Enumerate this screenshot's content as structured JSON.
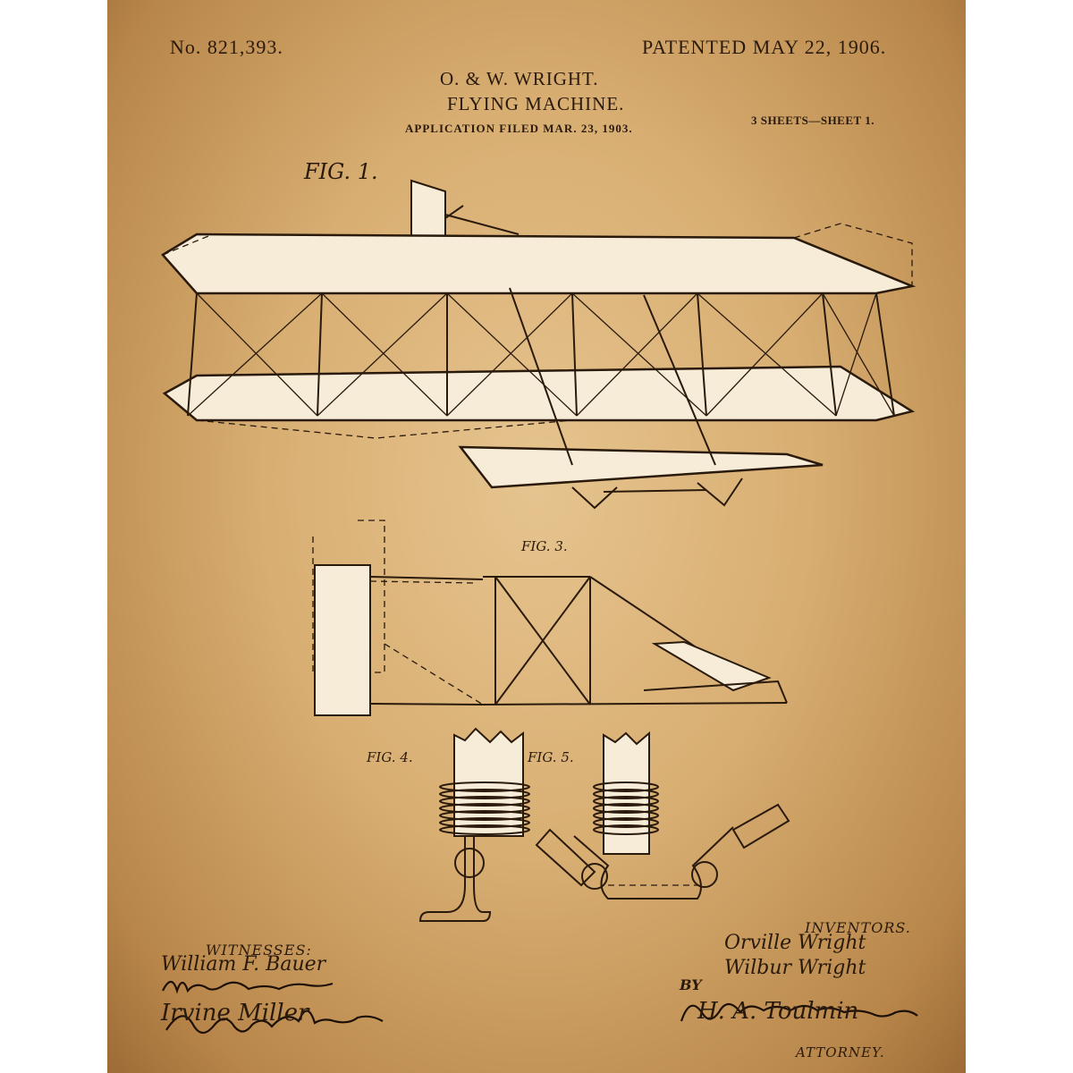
{
  "header": {
    "patent_no": "No. 821,393.",
    "patented": "PATENTED MAY 22, 1906.",
    "inventors_line": "O. & W. WRIGHT.",
    "title": "FLYING MACHINE.",
    "filed": "APPLICATION FILED MAR. 23, 1903.",
    "sheets": "3 SHEETS—SHEET 1."
  },
  "figures": {
    "fig1": "FIG. 1.",
    "fig3": "FIG. 3.",
    "fig4": "FIG. 4.",
    "fig5": "FIG. 5."
  },
  "footer": {
    "witnesses_label": "WITNESSES:",
    "witness_1": "William F. Bauer",
    "witness_2": "Irvine Miller",
    "inventors_label": "INVENTORS.",
    "inventor_1": "Orville Wright",
    "inventor_2": "Wilbur Wright",
    "by_label": "BY",
    "attorney_signature": "H. A. Toulmin",
    "attorney_label": "ATTORNEY."
  },
  "colors": {
    "paper": "#d8ae72",
    "ink": "#2a1a0c",
    "drawing_fill": "#f7ecd8"
  }
}
